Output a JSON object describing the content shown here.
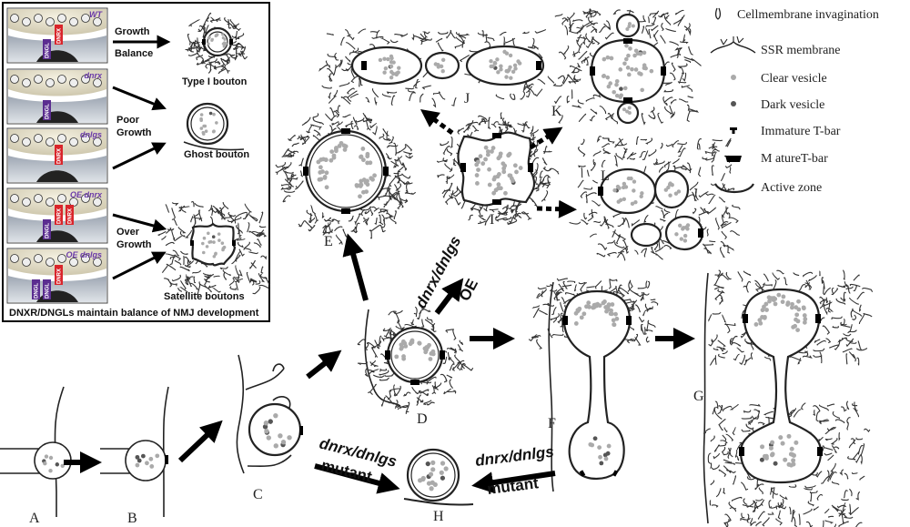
{
  "inset": {
    "genotypes": [
      "WT",
      "dnrx",
      "dnlgs",
      "OE dnrx",
      "OE dnlgs"
    ],
    "protein_dnrx": "DNRX",
    "protein_dngl": "DNGL",
    "growth_label_1": "Growth",
    "growth_label_2": "Balance",
    "poor_label_1": "Poor",
    "poor_label_2": "Growth",
    "over_label_1": "Over",
    "over_label_2": "Growth",
    "type1_caption": "Type I bouton",
    "ghost_caption": "Ghost bouton",
    "satellite_caption": "Satellite boutons",
    "footer": "DNXR/DNGLs maintain balance of NMJ development"
  },
  "stages": {
    "A": "A",
    "B": "B",
    "C": "C",
    "D": "D",
    "E": "E",
    "F": "F",
    "G": "G",
    "H": "H",
    "I": "I",
    "J": "J",
    "K": "K",
    "L": "L"
  },
  "arrows": {
    "c_to_h_1": "dnrx/dnlgs",
    "c_to_h_2": "mutant",
    "f_to_h_1": "dnrx/dnlgs",
    "f_to_h_2": "mutant",
    "d_to_i_1": "dnrx/dnlgs",
    "d_to_i_2": "OE"
  },
  "legend": {
    "items": [
      {
        "icon": "membrane-invagination-icon",
        "label": "Cellmembrane invagination"
      },
      {
        "icon": "ssr-membrane-icon",
        "label": "SSR membrane"
      },
      {
        "icon": "clear-vesicle-icon",
        "label": "Clear vesicle"
      },
      {
        "icon": "dark-vesicle-icon",
        "label": "Dark vesicle"
      },
      {
        "icon": "immature-tbar-icon",
        "label": "Immature T-bar"
      },
      {
        "icon": "mature-tbar-icon",
        "label": "M atureT-bar"
      },
      {
        "icon": "active-zone-icon",
        "label": "Active zone"
      }
    ]
  },
  "colors": {
    "clear_vesicle": "#aaaaaa",
    "dark_vesicle": "#555555",
    "dnrx_red": "#d9252b",
    "dngl_purple": "#5b2d90",
    "genotype_purple": "#6a3aa8",
    "postsynaptic_gray": "#cfcfcf",
    "terminal_beige": "#e8e3d0"
  }
}
